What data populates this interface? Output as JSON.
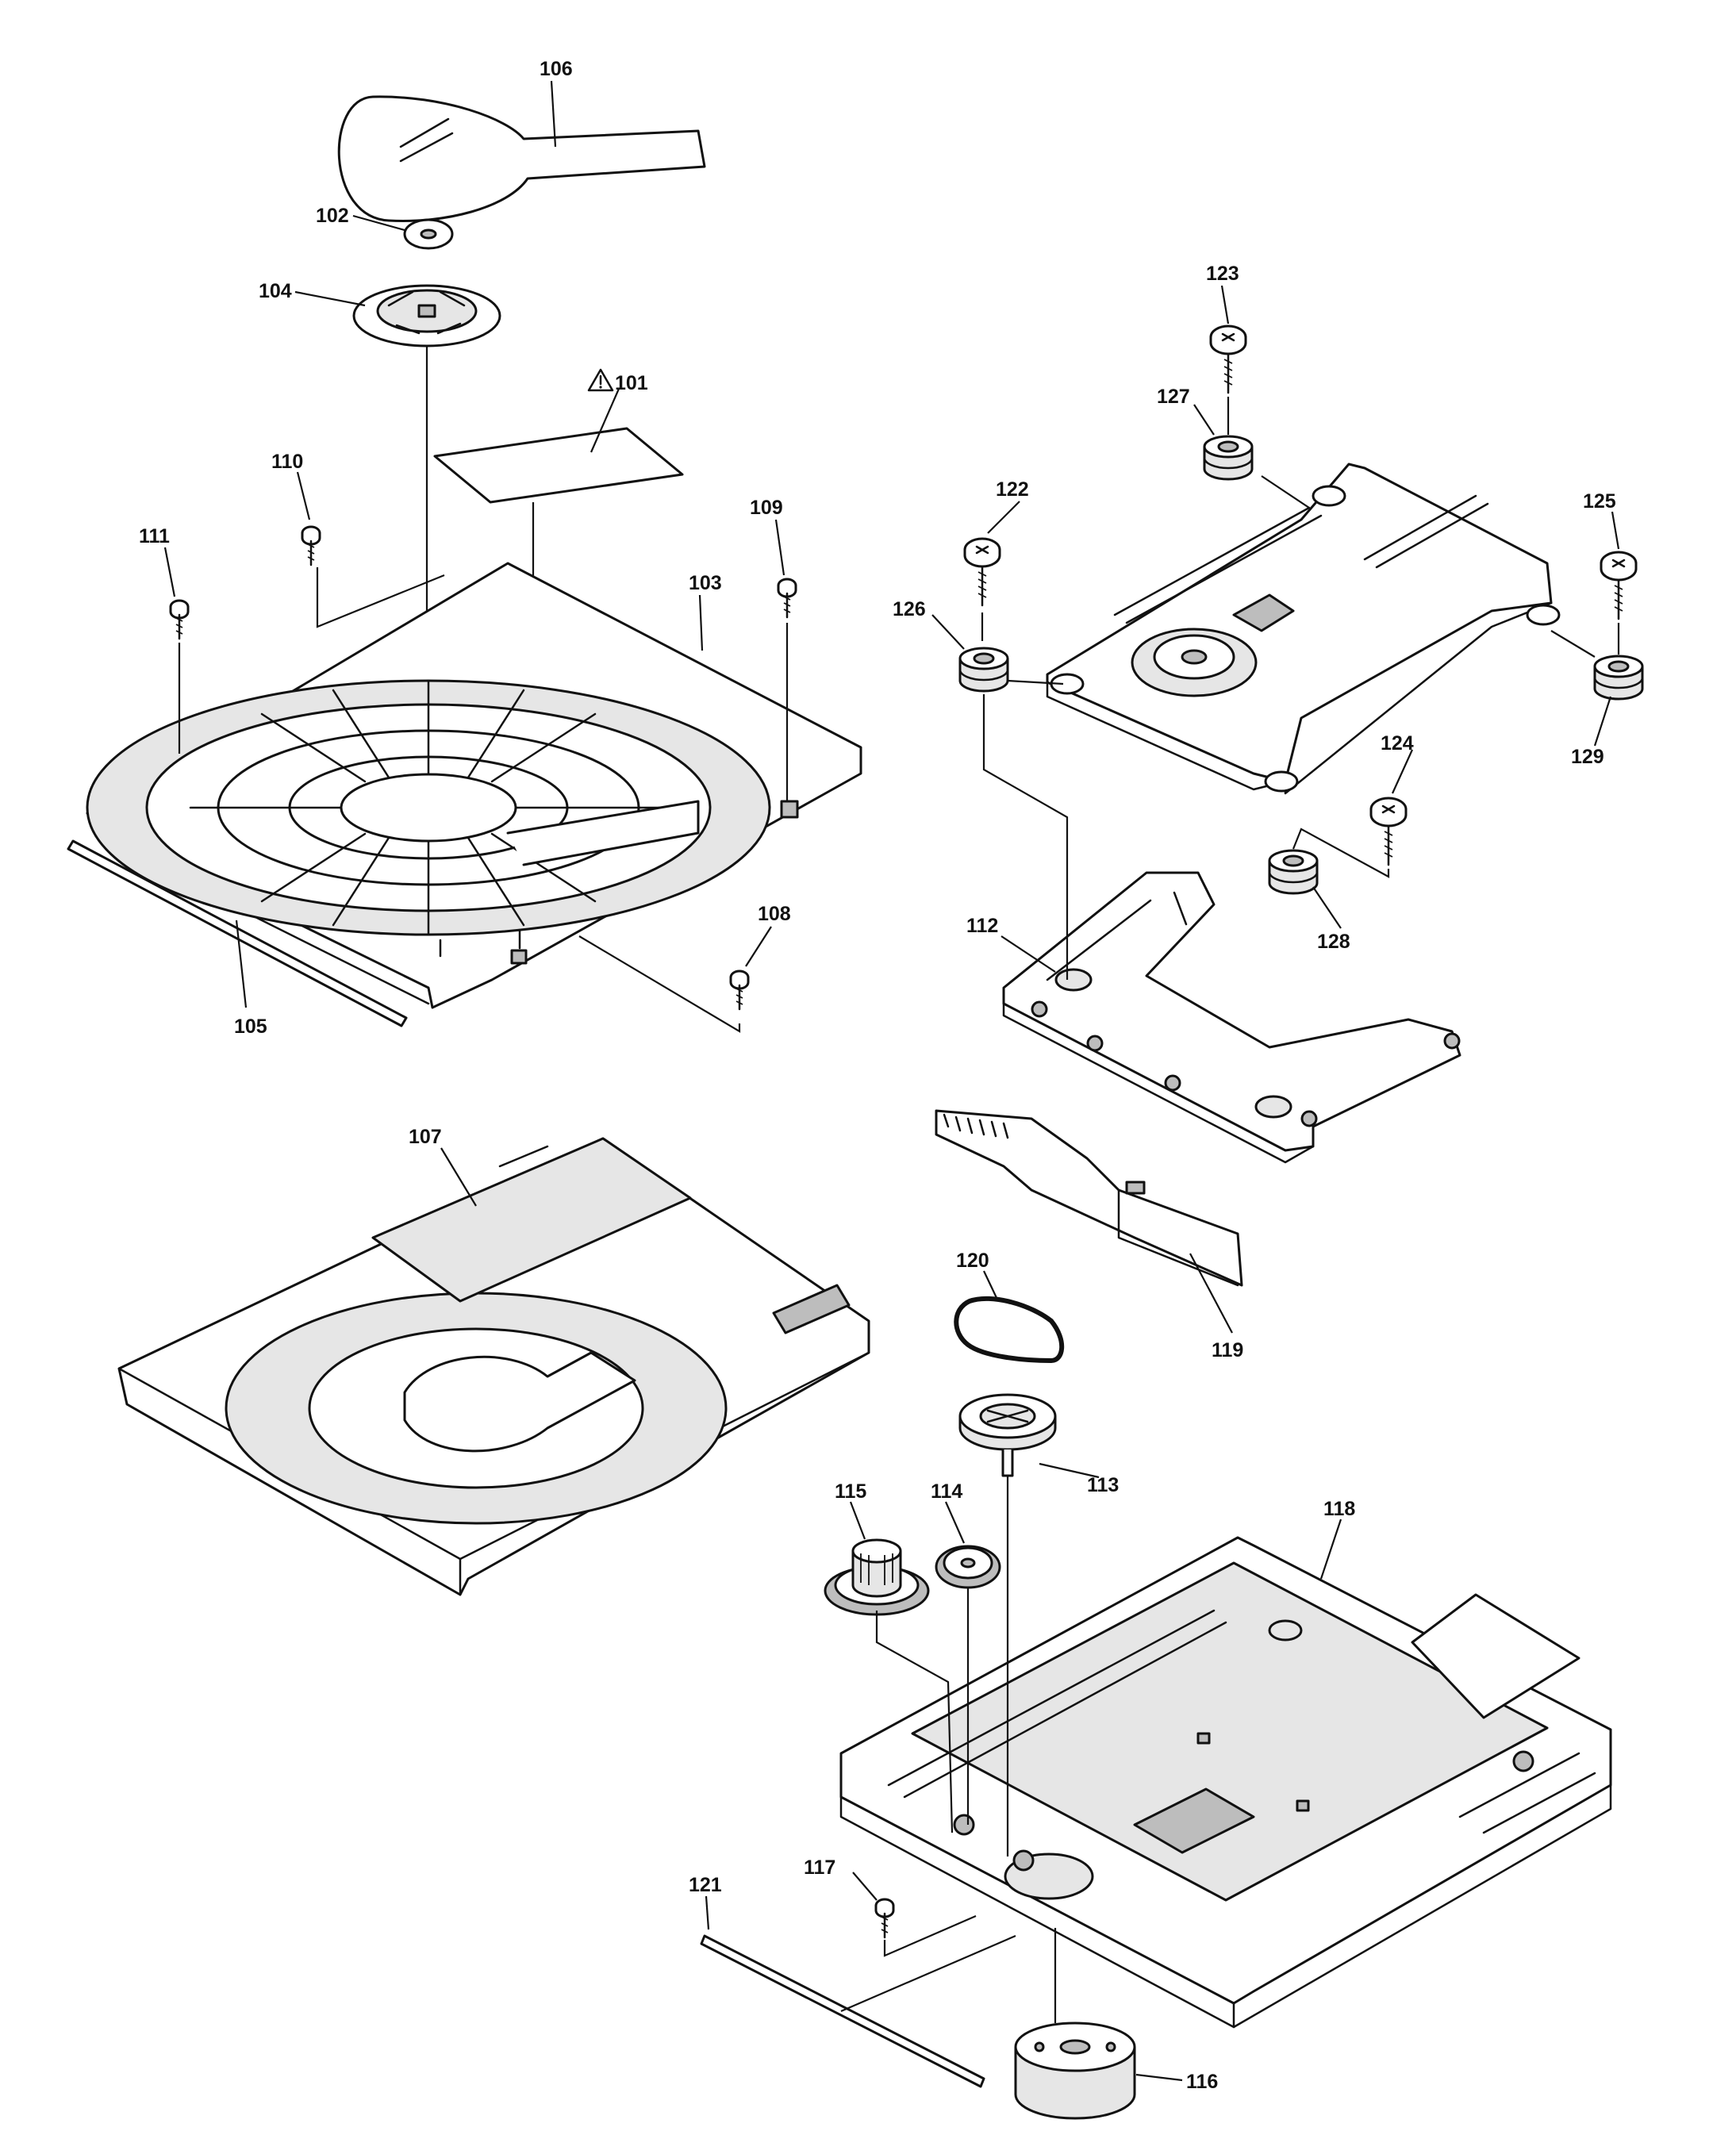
{
  "diagram": {
    "parts": [
      {
        "id": "p101",
        "label": "101",
        "warning": true
      },
      {
        "id": "p102",
        "label": "102"
      },
      {
        "id": "p103",
        "label": "103"
      },
      {
        "id": "p104",
        "label": "104"
      },
      {
        "id": "p105",
        "label": "105"
      },
      {
        "id": "p106",
        "label": "106"
      },
      {
        "id": "p107",
        "label": "107"
      },
      {
        "id": "p108",
        "label": "108"
      },
      {
        "id": "p109",
        "label": "109"
      },
      {
        "id": "p110",
        "label": "110"
      },
      {
        "id": "p111",
        "label": "111"
      },
      {
        "id": "p112",
        "label": "112"
      },
      {
        "id": "p113",
        "label": "113"
      },
      {
        "id": "p114",
        "label": "114"
      },
      {
        "id": "p115",
        "label": "115"
      },
      {
        "id": "p116",
        "label": "116"
      },
      {
        "id": "p117",
        "label": "117"
      },
      {
        "id": "p118",
        "label": "118"
      },
      {
        "id": "p119",
        "label": "119"
      },
      {
        "id": "p120",
        "label": "120"
      },
      {
        "id": "p121",
        "label": "121"
      },
      {
        "id": "p122",
        "label": "122"
      },
      {
        "id": "p123",
        "label": "123"
      },
      {
        "id": "p124",
        "label": "124"
      },
      {
        "id": "p125",
        "label": "125"
      },
      {
        "id": "p126",
        "label": "126"
      },
      {
        "id": "p127",
        "label": "127"
      },
      {
        "id": "p128",
        "label": "128"
      },
      {
        "id": "p129",
        "label": "129"
      }
    ],
    "icons": {
      "warning": "warning-triangle-icon"
    }
  }
}
